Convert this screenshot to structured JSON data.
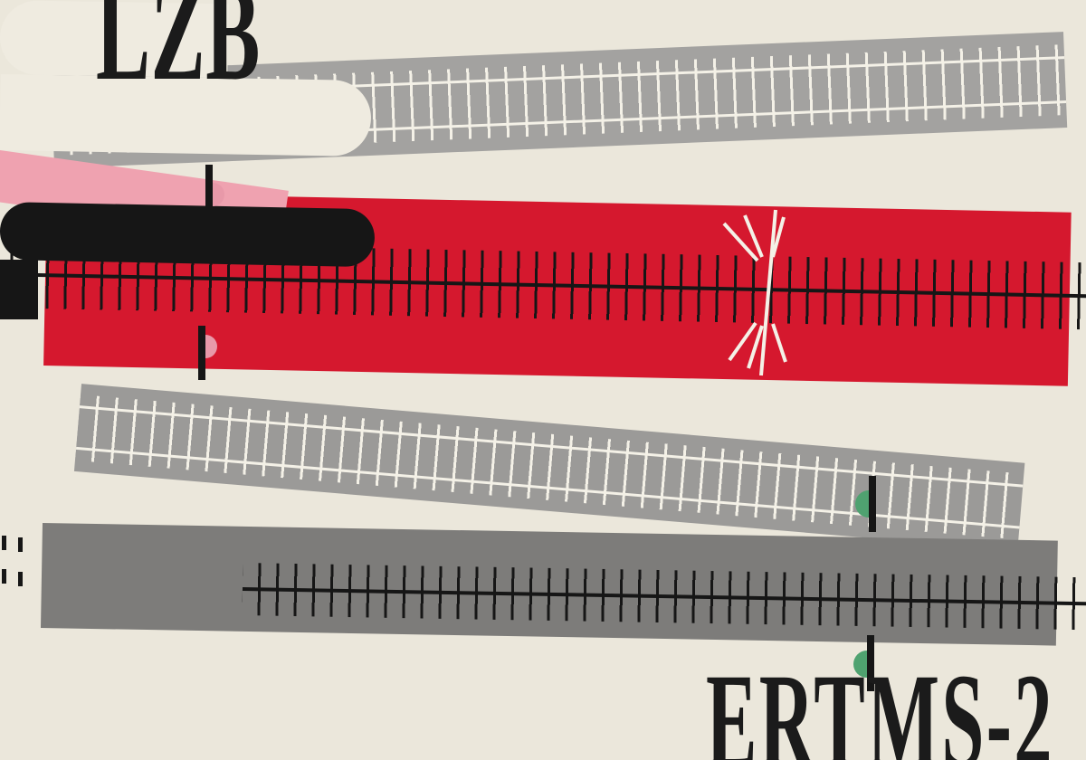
{
  "labels": {
    "system_top": "LZB",
    "system_bottom": "ERTMS-2"
  },
  "colors": {
    "background": "#ebe7db",
    "band_gray_light": "#a3a2a0",
    "band_gray_mid": "#9b9a98",
    "band_gray_dark": "#7d7c7a",
    "band_red": "#d5182e",
    "rail_white": "#f4f1e7",
    "ink": "#161616",
    "train_cream": "#efebe0",
    "pink": "#efa2b0",
    "pink_signal": "#e899a9",
    "green_signal": "#4fa270",
    "text": "#1b1b1b"
  },
  "scene": {
    "bands": [
      {
        "name": "gray-track-top",
        "kind": "railway-with-white-sleepers"
      },
      {
        "name": "red-track-lzb",
        "kind": "railway-with-black-track"
      },
      {
        "name": "gray-track-middle",
        "kind": "railway-with-white-sleepers"
      },
      {
        "name": "dark-track-ertms",
        "kind": "railway-with-black-track"
      }
    ],
    "trains": [
      {
        "name": "black-train",
        "band": "red-track-lzb",
        "emitting": "burst"
      },
      {
        "name": "cream-train-two-cars",
        "band": "dark-track-ertms"
      },
      {
        "name": "pink-ghost-car",
        "band": "red-track-lzb"
      }
    ],
    "signals": [
      {
        "name": "pink-signal-upper",
        "color": "pink"
      },
      {
        "name": "pink-signal-lower",
        "color": "pink"
      },
      {
        "name": "green-signal-middle",
        "color": "green"
      },
      {
        "name": "green-signal-bottom",
        "color": "green"
      }
    ]
  }
}
